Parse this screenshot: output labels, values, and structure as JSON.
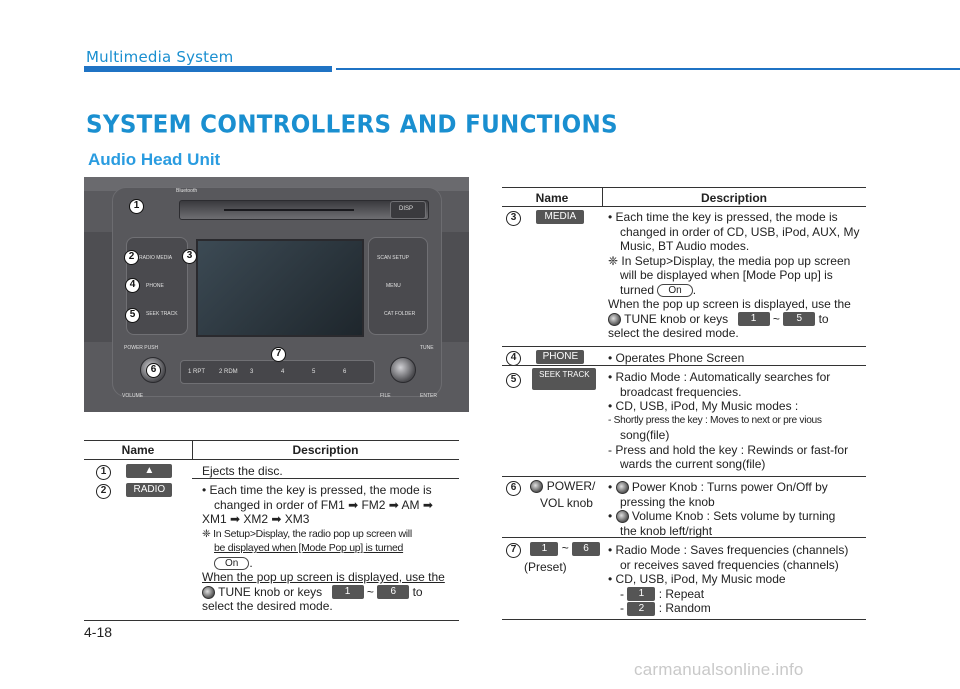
{
  "header": {
    "title": "Multimedia System"
  },
  "section": {
    "title": "SYSTEM CONTROLLERS AND FUNCTIONS",
    "subtitle": "Audio Head Unit"
  },
  "photo": {
    "labels": {
      "bluetooth": "Bluetooth",
      "disp": "DISP",
      "radio_media": "RADIO MEDIA",
      "phone": "PHONE",
      "seek_track": "SEEK TRACK",
      "scan_setup": "SCAN SETUP",
      "menu": "MENU",
      "cat_folder": "CAT FOLDER",
      "power_push": "POWER PUSH",
      "tune": "TUNE",
      "volume": "VOLUME",
      "file": "FILE",
      "enter": "ENTER",
      "presets": [
        "1 RPT",
        "2 RDM",
        "3",
        "4",
        "5",
        "6"
      ]
    },
    "markers": [
      "1",
      "2",
      "3",
      "4",
      "5",
      "6",
      "7"
    ]
  },
  "left_table": {
    "header_name": "Name",
    "header_desc": "Description",
    "rows": [
      {
        "num": "1",
        "key": "▲",
        "desc": "Ejects the disc."
      },
      {
        "num": "2",
        "key": "RADIO",
        "line1": "• Each time the key is pressed, the mode is",
        "line2": "changed in order of FM1 ➡ FM2 ➡ AM ➡",
        "line3": "XM1 ➡ XM2 ➡ XM3",
        "line4": "❈ In Setup>Display, the radio pop up screen will",
        "line5": "be displayed when [Mode Pop up] is turned",
        "on_label": "On",
        "line6": "When the pop up screen is displayed, use the",
        "line7a": "TUNE knob or keys",
        "key_a": "1",
        "tilde": "~",
        "key_b": "6",
        "line7b": "to",
        "line8": "select the desired mode."
      }
    ]
  },
  "right_table": {
    "header_name": "Name",
    "header_desc": "Description",
    "row3": {
      "num": "3",
      "key": "MEDIA",
      "line1": "• Each time the key is pressed, the mode is",
      "line2": "changed in order of CD, USB, iPod, AUX, My",
      "line3": "Music, BT Audio modes.",
      "line4": "❈ In Setup>Display, the media pop up screen",
      "line5": "will be displayed when [Mode Pop up] is",
      "line6": "turned",
      "on_label": "On",
      "line7": "When the pop up screen is displayed, use the",
      "line8a": "TUNE knob or keys",
      "key_a": "1",
      "tilde": "~",
      "key_b": "5",
      "line8b": "to",
      "line9": "select the desired mode."
    },
    "row4": {
      "num": "4",
      "key": "PHONE",
      "desc": "• Operates Phone Screen"
    },
    "row5": {
      "num": "5",
      "key": "SEEK TRACK",
      "line1": "• Radio Mode : Automatically searches for",
      "line2": "broadcast frequencies.",
      "line3": "• CD, USB, iPod, My Music modes :",
      "line4": "- Shortly press the key : Moves to next or pre vious",
      "line5": "song(file)",
      "line6": "- Press and hold the key : Rewinds or fast-for",
      "line7": "wards the current song(file)"
    },
    "row6": {
      "num": "6",
      "name1": "POWER/",
      "name2": "VOL knob",
      "line1": "Power Knob : Turns power On/Off by",
      "line2": "pressing the knob",
      "line3": "Volume Knob : Sets volume by turning",
      "line4": "the knob left/right"
    },
    "row7": {
      "num": "7",
      "key_a": "1",
      "tilde": "~",
      "key_b": "6",
      "name2": "(Preset)",
      "line1": "• Radio Mode : Saves frequencies (channels)",
      "line2": "or receives saved frequencies (channels)",
      "line3": "• CD, USB, iPod, My Music mode",
      "key_1": "1",
      "line4": ": Repeat",
      "key_2": "2",
      "line5": ": Random"
    }
  },
  "page_number": "4-18",
  "watermark": "carmanualsonline.info"
}
